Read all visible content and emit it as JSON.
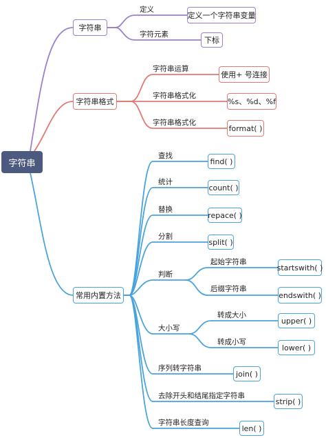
{
  "root": "字符串",
  "branches": [
    {
      "label": "字符串",
      "color": "#9b7fd0",
      "children": [
        {
          "edge": "定义",
          "leaf": "定义一个字符串变量"
        },
        {
          "edge": "字符元素",
          "leaf": "下标"
        }
      ]
    },
    {
      "label": "字符串格式",
      "color": "#e07a74",
      "children": [
        {
          "edge": "字符串运算",
          "leaf": "使用+ 号连接"
        },
        {
          "edge": "字符串格式化",
          "leaf": "%s、%d、%f"
        },
        {
          "edge": "字符串格式化",
          "leaf": "format( )"
        }
      ]
    },
    {
      "label": "常用内置方法",
      "color": "#4aa3dd",
      "children": [
        {
          "edge": "查找",
          "leaf": "find( )"
        },
        {
          "edge": "统计",
          "leaf": "count( )"
        },
        {
          "edge": "替换",
          "leaf": "repace( )"
        },
        {
          "edge": "分割",
          "leaf": "split( )"
        },
        {
          "edge": "判断",
          "sub": [
            {
              "edge": "起始字符串",
              "leaf": "startswith( )"
            },
            {
              "edge": "后缀字符串",
              "leaf": "endswith( )"
            }
          ]
        },
        {
          "edge": "大小写",
          "sub": [
            {
              "edge": "转成大小",
              "leaf": "upper( )"
            },
            {
              "edge": "转成小写",
              "leaf": "lower( )"
            }
          ]
        },
        {
          "edge": "序列转字符串",
          "leaf": "join( )"
        },
        {
          "edge": "去除开头和结尾指定字符串",
          "leaf": "strip( )"
        },
        {
          "edge": "字符串长度查询",
          "leaf": "len( )"
        }
      ]
    }
  ]
}
